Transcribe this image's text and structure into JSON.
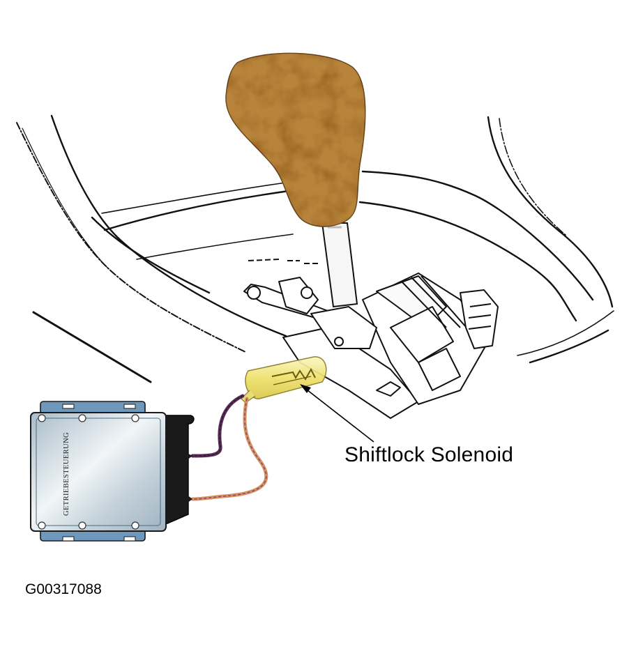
{
  "callout": {
    "label": "Shiftlock Solenoid"
  },
  "module": {
    "label": "GETRIEBESTEUERUNG"
  },
  "figure": {
    "id": "G00317088"
  },
  "colors": {
    "knob_primary": "#b8843a",
    "knob_secondary": "#8e5c30",
    "solenoid": "#f2e873",
    "module_face": "#c9d5dc",
    "module_plate": "#6f99bc",
    "wire_purple": "#5b2b59",
    "wire_orange": "#d98f60"
  }
}
